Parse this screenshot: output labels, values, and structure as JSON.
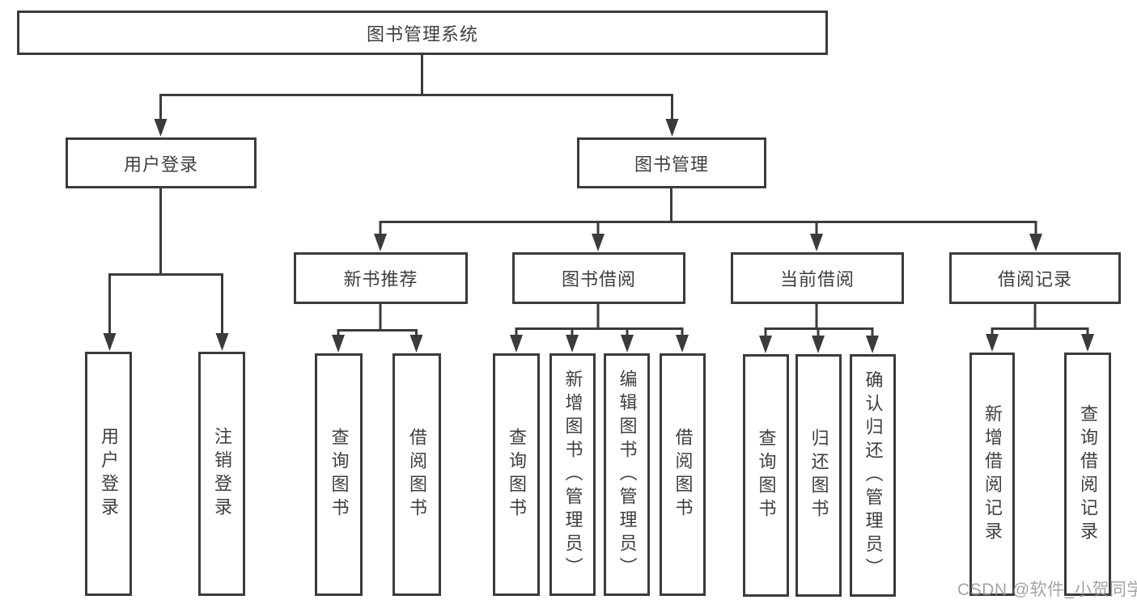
{
  "diagram": {
    "root": "图书管理系统",
    "branches": {
      "user_login": "用户登录",
      "book_management": "图书管理"
    },
    "modules": {
      "new_book": "新书推荐",
      "book_borrow": "图书借阅",
      "current_borrow": "当前借阅",
      "borrow_records": "借阅记录"
    },
    "leaves": {
      "user_login": [
        "用户登录",
        "注销登录"
      ],
      "new_book": [
        "查询图书",
        "借阅图书"
      ],
      "book_borrow": [
        "查询图书",
        "新增图书（管理员）",
        "编辑图书（管理员）",
        "借阅图书"
      ],
      "current_borrow": [
        "查询图书",
        "归还图书",
        "确认归还（管理员）"
      ],
      "borrow_records": [
        "新增借阅记录",
        "查询借阅记录"
      ]
    }
  },
  "watermark": "CSDN @软件_小贺同学",
  "colors": {
    "line": "#3b3b3b",
    "text": "#3f3f3f",
    "watermark": "#949494",
    "background": "#ffffff"
  }
}
